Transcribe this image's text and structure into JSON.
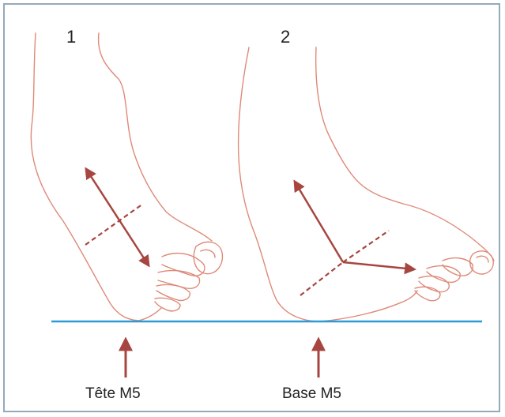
{
  "figures": [
    {
      "number": "1",
      "caption": "Tête M5"
    },
    {
      "number": "2",
      "caption": "Base M5"
    }
  ],
  "colors": {
    "frame_border": "#93aabb",
    "foot_outline": "#de8a78",
    "arrow": "#a74640",
    "ground_line": "#2a9bd7"
  }
}
